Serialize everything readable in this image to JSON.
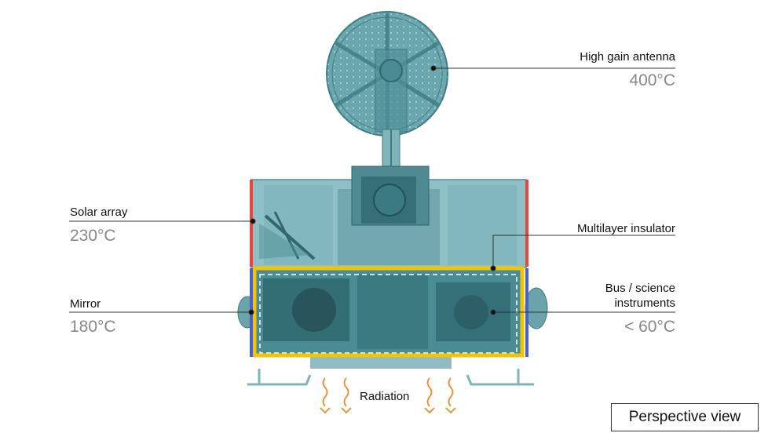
{
  "labels": {
    "antenna": {
      "name": "High gain antenna",
      "temp": "400°C"
    },
    "solar": {
      "name": "Solar array",
      "temp": "230°C"
    },
    "insulator": {
      "name": "Multilayer insulator"
    },
    "mirror": {
      "name": "Mirror",
      "temp": "180°C"
    },
    "bus": {
      "name_line1": "Bus / science",
      "name_line2": "instruments",
      "temp": "< 60°C"
    },
    "radiation": "Radiation"
  },
  "view_button": "Perspective view",
  "colors": {
    "body": "#5f9ea6",
    "solar": "#e8453c",
    "mirror": "#4a5fd0",
    "insulator": "#f5c400",
    "radiation": "#f08a2a",
    "temp_text": "#888888"
  }
}
